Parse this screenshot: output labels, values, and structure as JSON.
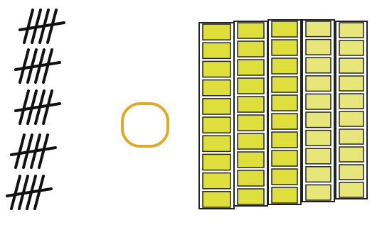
{
  "tally_groups": [
    {
      "count": 5
    },
    {
      "count": 5
    },
    {
      "count": 5
    },
    {
      "count": 5
    },
    {
      "count": 5
    }
  ],
  "comparison": {
    "symbol": "circle",
    "state": "empty",
    "outline_color": "#e0a92a"
  },
  "tens_rods": {
    "rods": 5,
    "units_per_rod": 10,
    "fill_color": "#dede3c",
    "fill_color_light": "#e6e67a",
    "outline_color": "#222222"
  },
  "colors": {
    "background": "#ffffff",
    "ink": "#111111"
  }
}
